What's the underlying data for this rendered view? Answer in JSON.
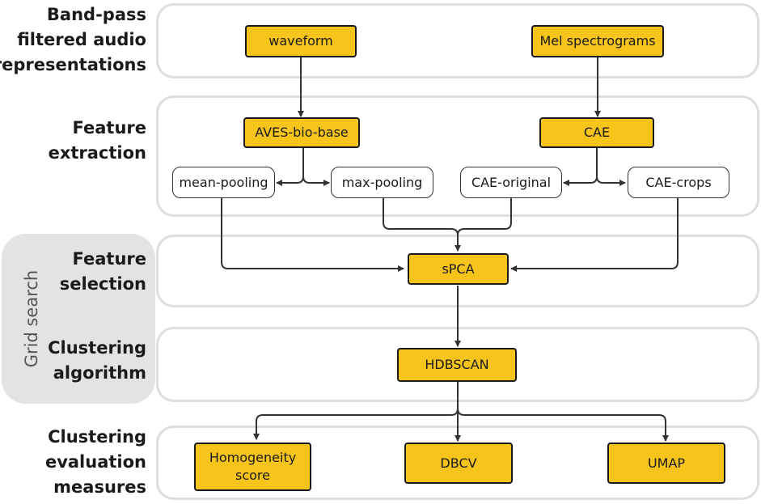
{
  "stages": [
    {
      "id": "input",
      "label": "Band-pass filtered audio representations"
    },
    {
      "id": "feature_extraction",
      "label": "Feature extraction"
    },
    {
      "id": "feature_selection",
      "label": "Feature selection"
    },
    {
      "id": "clustering_algorithm",
      "label": "Clustering algorithm"
    },
    {
      "id": "evaluation",
      "label": "Clustering evaluation measures"
    }
  ],
  "stage_lines": {
    "input": [
      "Band-pass",
      "filtered audio",
      "representations"
    ],
    "feature_extraction": [
      "Feature",
      "extraction"
    ],
    "feature_selection": [
      "Feature",
      "selection"
    ],
    "clustering_algorithm": [
      "Clustering",
      "algorithm"
    ],
    "evaluation": [
      "Clustering",
      "evaluation",
      "measures"
    ]
  },
  "grid_search_label": "Grid search",
  "nodes": {
    "waveform": "waveform",
    "mel": "Mel spectrograms",
    "aves": "AVES-bio-base",
    "cae": "CAE",
    "mean_pooling": "mean-pooling",
    "max_pooling": "max-pooling",
    "cae_original": "CAE-original",
    "cae_crops": "CAE-crops",
    "spca": "sPCA",
    "hdbscan": "HDBSCAN",
    "homogeneity": "Homogeneity score",
    "dbcv": "DBCV",
    "umap": "UMAP"
  },
  "edges": [
    [
      "waveform",
      "aves"
    ],
    [
      "mel",
      "cae"
    ],
    [
      "aves",
      "mean_pooling"
    ],
    [
      "aves",
      "max_pooling"
    ],
    [
      "cae",
      "cae_original"
    ],
    [
      "cae",
      "cae_crops"
    ],
    [
      "mean_pooling",
      "spca"
    ],
    [
      "max_pooling",
      "spca"
    ],
    [
      "cae_original",
      "spca"
    ],
    [
      "cae_crops",
      "spca"
    ],
    [
      "spca",
      "hdbscan"
    ],
    [
      "hdbscan",
      "homogeneity"
    ],
    [
      "hdbscan",
      "dbcv"
    ],
    [
      "hdbscan",
      "umap"
    ]
  ],
  "colors": {
    "highlight_box": "#f7c41c",
    "section_border": "#dedede",
    "grid_search_bg": "#e3e3e3",
    "arrow": "#333333"
  }
}
